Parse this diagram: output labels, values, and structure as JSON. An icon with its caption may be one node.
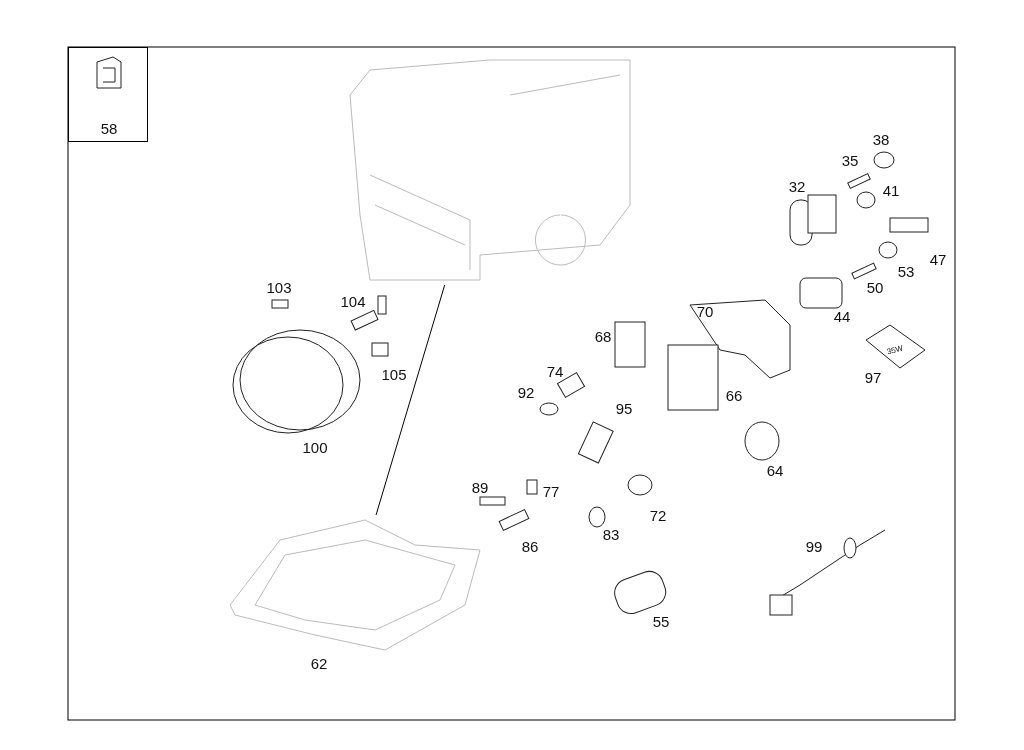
{
  "diagram": {
    "nodes": [
      {
        "text": [
          "58"
        ]
      },
      {
        "text": [],
        "shape": "picture"
      },
      {
        "text": [],
        "shape": "picture",
        "beside": [
          "62"
        ]
      }
    ],
    "edges": [
      {
        "from": 1,
        "to": 2,
        "arrow": "none"
      }
    ],
    "labels": [
      "38",
      "35",
      "32",
      "41",
      "47",
      "53",
      "103",
      "50",
      "104",
      "70",
      "68",
      "44",
      "105",
      "97",
      "35W",
      "74",
      "92",
      "66",
      "95",
      "100",
      "64",
      "89",
      "77",
      "72",
      "83",
      "86",
      "99",
      "55"
    ]
  }
}
